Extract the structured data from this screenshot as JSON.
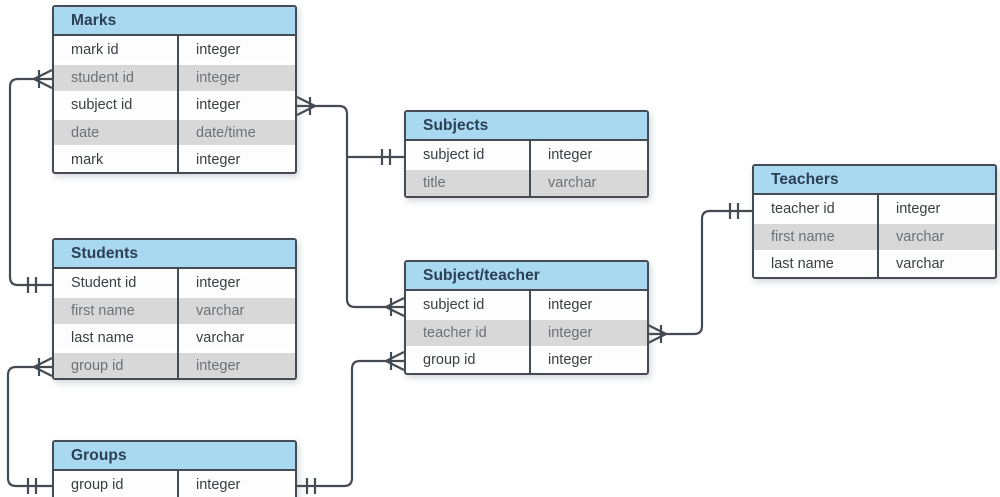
{
  "diagram_type": "entity-relationship-diagram",
  "colors": {
    "background": "#ffffff",
    "table_header_fill": "#a9d8f1",
    "table_header_text": "#2b4054",
    "table_border": "#444b53",
    "relationship_line": "#444b53",
    "row_alt_fill": "#d8d8d8",
    "row_text_dark": "#3a3f45",
    "row_text_gray": "#6d7175"
  },
  "tables": [
    {
      "title": "Marks",
      "fields": [
        {
          "name": "mark id",
          "type": "integer"
        },
        {
          "name": "student id",
          "type": "integer"
        },
        {
          "name": "subject id",
          "type": "integer"
        },
        {
          "name": "date",
          "type": "date/time"
        },
        {
          "name": "mark",
          "type": "integer"
        }
      ]
    },
    {
      "title": "Students",
      "fields": [
        {
          "name": "Student id",
          "type": "integer"
        },
        {
          "name": "first name",
          "type": "varchar"
        },
        {
          "name": "last name",
          "type": "varchar"
        },
        {
          "name": "group id",
          "type": "integer"
        }
      ]
    },
    {
      "title": "Groups",
      "fields": [
        {
          "name": "group id",
          "type": "integer"
        }
      ]
    },
    {
      "title": "Subjects",
      "fields": [
        {
          "name": "subject id",
          "type": "integer"
        },
        {
          "name": "title",
          "type": "varchar"
        }
      ]
    },
    {
      "title": "Subject/teacher",
      "fields": [
        {
          "name": "subject id",
          "type": "integer"
        },
        {
          "name": "teacher id",
          "type": "integer"
        },
        {
          "name": "group id",
          "type": "integer"
        }
      ]
    },
    {
      "title": "Teachers",
      "fields": [
        {
          "name": "teacher id",
          "type": "integer"
        },
        {
          "name": "first name",
          "type": "varchar"
        },
        {
          "name": "last name",
          "type": "varchar"
        }
      ]
    }
  ],
  "relationships": [
    {
      "from_table": "Marks",
      "from_field": "student id",
      "from_cardinality": "many",
      "to_table": "Students",
      "to_field": "Student id",
      "to_cardinality": "one"
    },
    {
      "from_table": "Marks",
      "from_field": "subject id",
      "from_cardinality": "many",
      "to_table": "Subjects",
      "to_field": "subject id",
      "to_cardinality": "one"
    },
    {
      "from_table": "Subject/teacher",
      "from_field": "subject id",
      "from_cardinality": "many",
      "to_table": "Subjects",
      "to_field": "subject id",
      "to_cardinality": "one"
    },
    {
      "from_table": "Subject/teacher",
      "from_field": "teacher id",
      "from_cardinality": "many",
      "to_table": "Teachers",
      "to_field": "teacher id",
      "to_cardinality": "one"
    },
    {
      "from_table": "Subject/teacher",
      "from_field": "group id",
      "from_cardinality": "many",
      "to_table": "Groups",
      "to_field": "group id",
      "to_cardinality": "one"
    },
    {
      "from_table": "Students",
      "from_field": "group id",
      "from_cardinality": "many",
      "to_table": "Groups",
      "to_field": "group id",
      "to_cardinality": "one"
    }
  ]
}
